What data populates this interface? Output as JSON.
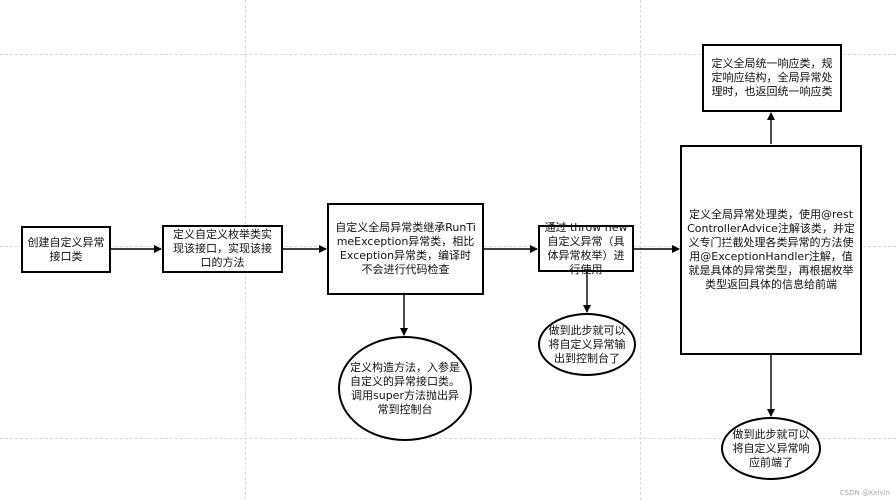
{
  "nodes": {
    "create_class": "创建自定义异常接口类",
    "enum_impl": "定义自定义枚举类实现该接口，实现该接口的方法",
    "global_exception": "自定义全局异常类继承RunTimeException异常类，相比Exception异常类，编译时不会进行代码检查",
    "throw_usage": "通过 throw new 自定义异常（具体异常枚举）进行使用",
    "console_output": "做到此步就可以将自定义异常输出到控制台了",
    "constructor_def": "定义构造方法，入参是自定义的异常接口类。调用super方法抛出异常到控制台",
    "handler_class": "定义全局异常处理类，使用@restControllerAdvice注解该类，并定义专门拦截处理各类异常的方法使用@ExceptionHandler注解，值就是具体的异常类型，再根据枚举类型返回具体的信息给前端",
    "response_class": "定义全局统一响应类，规定响应结构，全局异常处理时，也返回统一响应类",
    "frontend_response": "做到此步就可以将自定义异常响应前端了"
  },
  "watermark": "CSDN @Kelvin"
}
